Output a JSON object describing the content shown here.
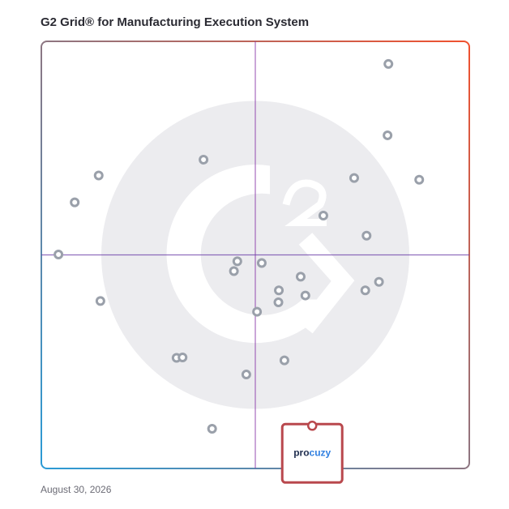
{
  "page": {
    "title": "G2 Grid® for Manufacturing Execution System",
    "date": "August 30, 2026"
  },
  "colors": {
    "frame_top_left": "#6b3fa8",
    "frame_top_right": "#f0512e",
    "frame_bottom_left": "#2a9bd6",
    "frame_bottom_right": "#8a3aa8",
    "watermark": "#ececef",
    "marker_stroke": "#9aa0aa",
    "highlight": "#b9484d",
    "logo_dark": "#1f2d4e",
    "logo_accent": "#2f7fe0"
  },
  "chart_data": {
    "type": "scatter",
    "title": "G2 Grid® for Manufacturing Execution System",
    "xlim": [
      0,
      1
    ],
    "ylim": [
      0,
      1
    ],
    "x_divider": 0.5,
    "y_divider": 0.5,
    "grid": "quadrant lines",
    "watermark": "G2 logo",
    "points": [
      {
        "x": 0.811,
        "y": 0.947
      },
      {
        "x": 0.809,
        "y": 0.78
      },
      {
        "x": 0.883,
        "y": 0.676
      },
      {
        "x": 0.731,
        "y": 0.68
      },
      {
        "x": 0.659,
        "y": 0.592
      },
      {
        "x": 0.76,
        "y": 0.545
      },
      {
        "x": 0.379,
        "y": 0.723
      },
      {
        "x": 0.134,
        "y": 0.686
      },
      {
        "x": 0.078,
        "y": 0.623
      },
      {
        "x": 0.04,
        "y": 0.501
      },
      {
        "x": 0.138,
        "y": 0.392
      },
      {
        "x": 0.458,
        "y": 0.485
      },
      {
        "x": 0.515,
        "y": 0.481
      },
      {
        "x": 0.45,
        "y": 0.462
      },
      {
        "x": 0.606,
        "y": 0.449
      },
      {
        "x": 0.555,
        "y": 0.417
      },
      {
        "x": 0.617,
        "y": 0.405
      },
      {
        "x": 0.554,
        "y": 0.389
      },
      {
        "x": 0.504,
        "y": 0.367
      },
      {
        "x": 0.757,
        "y": 0.417
      },
      {
        "x": 0.789,
        "y": 0.437
      },
      {
        "x": 0.316,
        "y": 0.259
      },
      {
        "x": 0.33,
        "y": 0.26
      },
      {
        "x": 0.568,
        "y": 0.253
      },
      {
        "x": 0.479,
        "y": 0.22
      },
      {
        "x": 0.399,
        "y": 0.093
      }
    ],
    "highlighted": {
      "label": "procuzy",
      "label_parts": [
        "pro",
        "cuzy"
      ],
      "x": 0.633,
      "y": 0.1
    }
  }
}
